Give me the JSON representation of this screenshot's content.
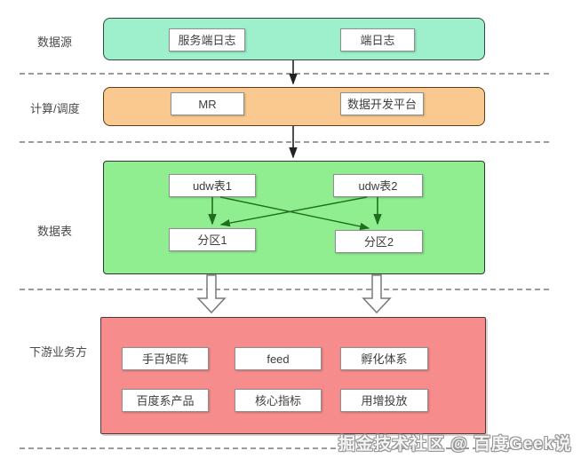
{
  "rows": [
    {
      "label": "数据源",
      "boxes": [
        "服务端日志",
        "端日志"
      ]
    },
    {
      "label": "计算/调度",
      "boxes": [
        "MR",
        "数据开发平台"
      ]
    },
    {
      "label": "数据表",
      "boxes": [
        "udw表1",
        "udw表2",
        "分区1",
        "分区2"
      ]
    },
    {
      "label": "下游业务方",
      "boxes": [
        "手百矩阵",
        "feed",
        "孵化体系",
        "百度系产品",
        "核心指标",
        "用增投放"
      ]
    }
  ],
  "watermark": "掘金技术社区 @ 百度Geek说",
  "colors": {
    "source_band": "#9df0cb",
    "compute_band": "#f9c98f",
    "tables_band": "#90ee90",
    "business_band": "#f78c8c",
    "node_arrow": "#1e6e1e",
    "flow_arrow": "#222222"
  }
}
